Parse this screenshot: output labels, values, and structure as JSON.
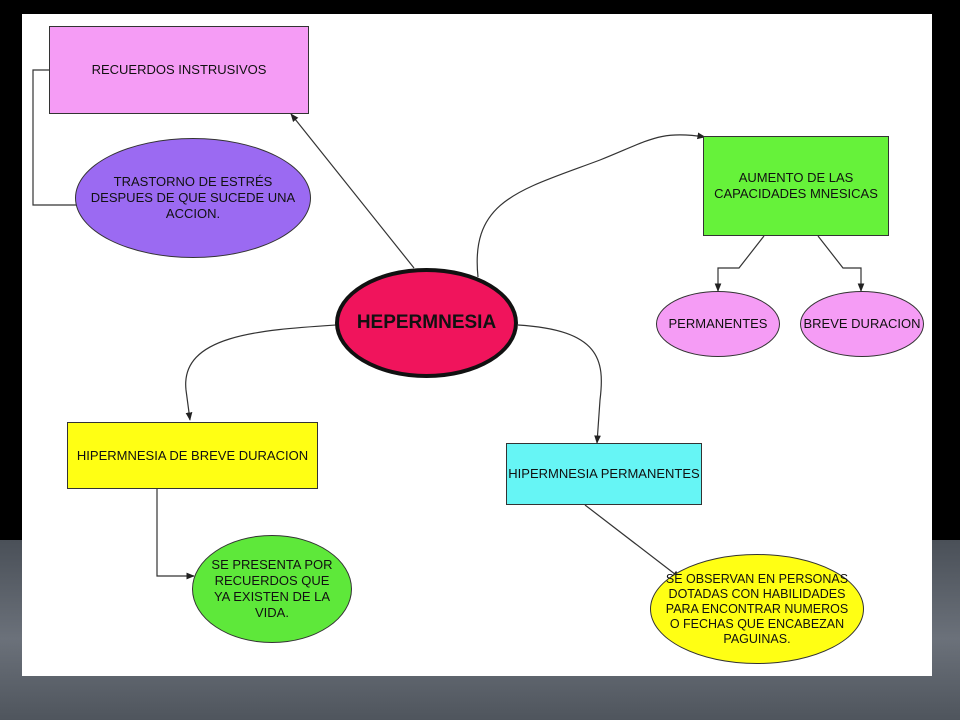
{
  "nodes": {
    "center": "HEPERMNESIA",
    "recuerdos": "RECUERDOS INSTRUSIVOS",
    "trastorno": "TRASTORNO DE ESTRÉS DESPUES DE QUE SUCEDE UNA ACCION.",
    "aumento": "AUMENTO DE LAS CAPACIDADES MNESICAS",
    "permanentes": "PERMANENTES",
    "breve": "BREVE DURACION",
    "hiper_breve": "HIPERMNESIA DE BREVE DURACION",
    "hiper_perm": "HIPERMNESIA PERMANENTES",
    "se_presenta": "SE PRESENTA POR RECUERDOS QUE YA EXISTEN DE LA VIDA.",
    "se_observan": "SE OBSERVAN EN PERSONAS DOTADAS CON HABILIDADES PARA ENCONTRAR NUMEROS O FECHAS QUE ENCABEZAN PAGUINAS."
  },
  "colors": {
    "center": "#f0145c",
    "recuerdos": "#f59cf5",
    "trastorno": "#9b6af2",
    "aumento": "#66f23a",
    "permanentes": "#f59cf5",
    "breve": "#f59cf5",
    "hiper_breve": "#ffff14",
    "hiper_perm": "#66f5f5",
    "se_presenta": "#5ee83a",
    "se_observan": "#ffff14"
  }
}
